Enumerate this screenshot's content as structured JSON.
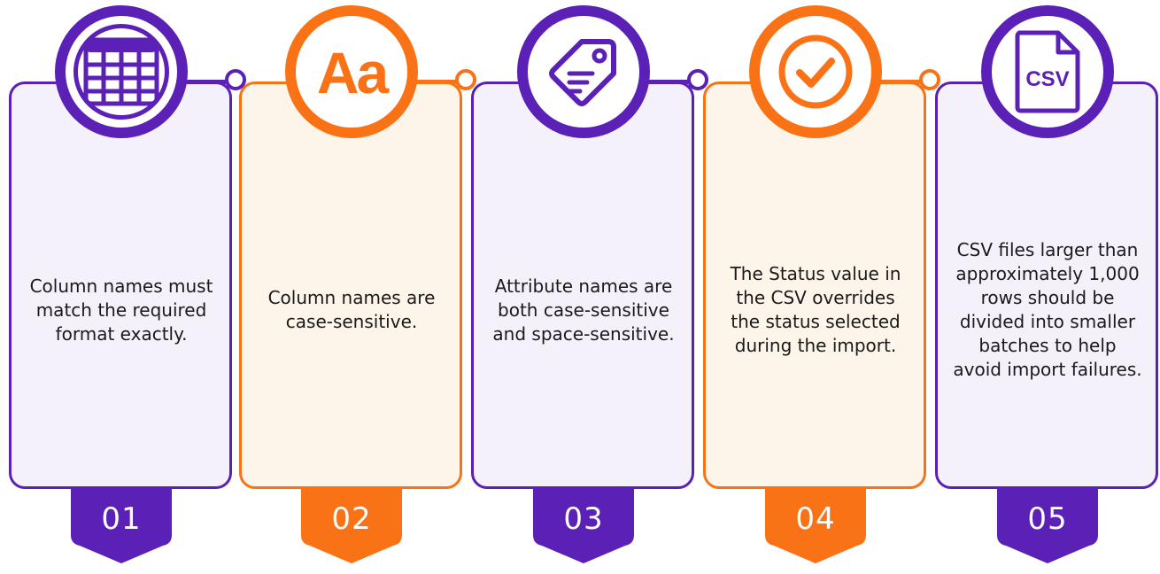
{
  "colors": {
    "purple": "#5b21b6",
    "orange": "#f97316",
    "purple_bg": "#f4f1fb",
    "orange_bg": "#fdf4ea"
  },
  "steps": [
    {
      "number": "01",
      "theme": "purple",
      "icon": "table-icon",
      "text": "Column names must match the required format exactly."
    },
    {
      "number": "02",
      "theme": "orange",
      "icon": "font-case-icon",
      "icon_text": "Aa",
      "text": "Column names are case-sensitive."
    },
    {
      "number": "03",
      "theme": "purple",
      "icon": "tag-icon",
      "text": "Attribute names are both case-sensitive and space-sensitive."
    },
    {
      "number": "04",
      "theme": "orange",
      "icon": "check-circle-icon",
      "text": "The Status value in the CSV overrides the status selected during the import."
    },
    {
      "number": "05",
      "theme": "purple",
      "icon": "csv-file-icon",
      "icon_text": "CSV",
      "text": "CSV files larger than approximately 1,000 rows should be divided into smaller batches to help avoid import failures."
    }
  ]
}
